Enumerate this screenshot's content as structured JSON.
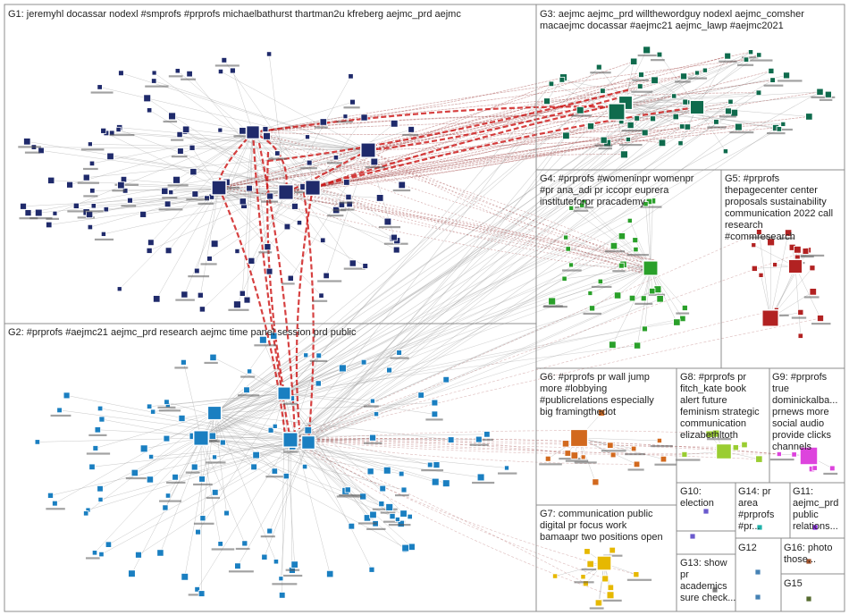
{
  "groups": [
    {
      "id": "G1",
      "label_lines": [
        "G1: jeremyhl docassar nodexl #smprofs #prprofs michaelbathurst thartman2u kfreberg aejmc_prd aejmc"
      ],
      "color": "#1f2a6b"
    },
    {
      "id": "G2",
      "label_lines": [
        "G2: #prprofs #aejmc21 aejmc_prd research aejmc time panel session prd public"
      ],
      "color": "#1a7fc1"
    },
    {
      "id": "G3",
      "label_lines": [
        "G3: aejmc aejmc_prd willthewordguy nodexl aejmc_comsher",
        "macaejmc docassar #aejmc21 aejmc_lawp #aejmc2021"
      ],
      "color": "#0f6b4d"
    },
    {
      "id": "G4",
      "label_lines": [
        "G4: #prprofs #womeninpr womenpr",
        "#pr ana_adi pr iccopr euprera",
        "instituteforpr pracademy"
      ],
      "color": "#2aa02a"
    },
    {
      "id": "G5",
      "label_lines": [
        "G5: #prprofs",
        "thepagecenter center",
        "proposals sustainability",
        "communication 2022 call",
        "research",
        "#commresearch"
      ],
      "color": "#b22222"
    },
    {
      "id": "G6",
      "label_lines": [
        "G6: #prprofs pr wall jump",
        "more #lobbying",
        "#publicrelations especially",
        "big framingthedot"
      ],
      "color": "#d2691e"
    },
    {
      "id": "G7",
      "label_lines": [
        "G7: communication public",
        "digital pr focus work",
        "bamaapr two positions open"
      ],
      "color": "#e6b800"
    },
    {
      "id": "G8",
      "label_lines": [
        "G8: #prprofs pr",
        "fitch_kate book",
        "alert future",
        "feminism strategic",
        "communication",
        "elizabethltoth"
      ],
      "color": "#9acd32"
    },
    {
      "id": "G9",
      "label_lines": [
        "G9: #prprofs",
        "true",
        "dominickalba...",
        "prnews more",
        "social audio",
        "provide clicks",
        "channels"
      ],
      "color": "#dd44dd"
    },
    {
      "id": "G10",
      "label_lines": [
        "G10:",
        "election"
      ],
      "color": "#6a5acd"
    },
    {
      "id": "G11",
      "label_lines": [
        "G11:",
        "aejmc_prd",
        "public",
        "relations..."
      ],
      "color": "#8a2be2"
    },
    {
      "id": "G12",
      "label_lines": [
        "G12"
      ],
      "color": "#4682b4"
    },
    {
      "id": "G13",
      "label_lines": [
        "G13: show",
        "pr",
        "academics",
        "sure check..."
      ],
      "color": "#808080"
    },
    {
      "id": "G14",
      "label_lines": [
        "G14: pr",
        "area",
        "#prprofs",
        "#pr..."
      ],
      "color": "#20b2aa"
    },
    {
      "id": "G15",
      "label_lines": [
        "G15"
      ],
      "color": "#556b2f"
    },
    {
      "id": "G16",
      "label_lines": [
        "G16: photo",
        "those..."
      ],
      "color": "#a0522d"
    }
  ],
  "edge_colors": {
    "gray": "#9a9a9a",
    "red": "#cc1111",
    "brown": "#9b3a3a"
  }
}
